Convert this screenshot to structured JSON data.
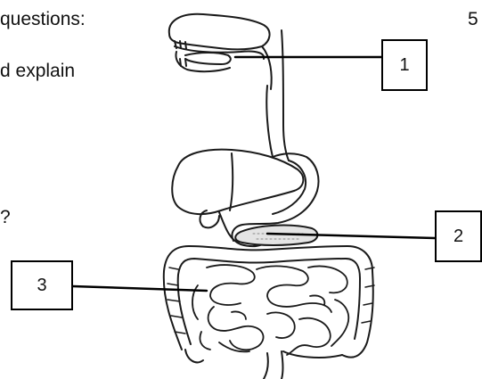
{
  "text_fragments": {
    "line1": "questions:",
    "line2": "d explain",
    "line3": "?",
    "question_number": "5"
  },
  "diagram": {
    "labels": [
      {
        "id": "1"
      },
      {
        "id": "2"
      },
      {
        "id": "3"
      }
    ]
  }
}
